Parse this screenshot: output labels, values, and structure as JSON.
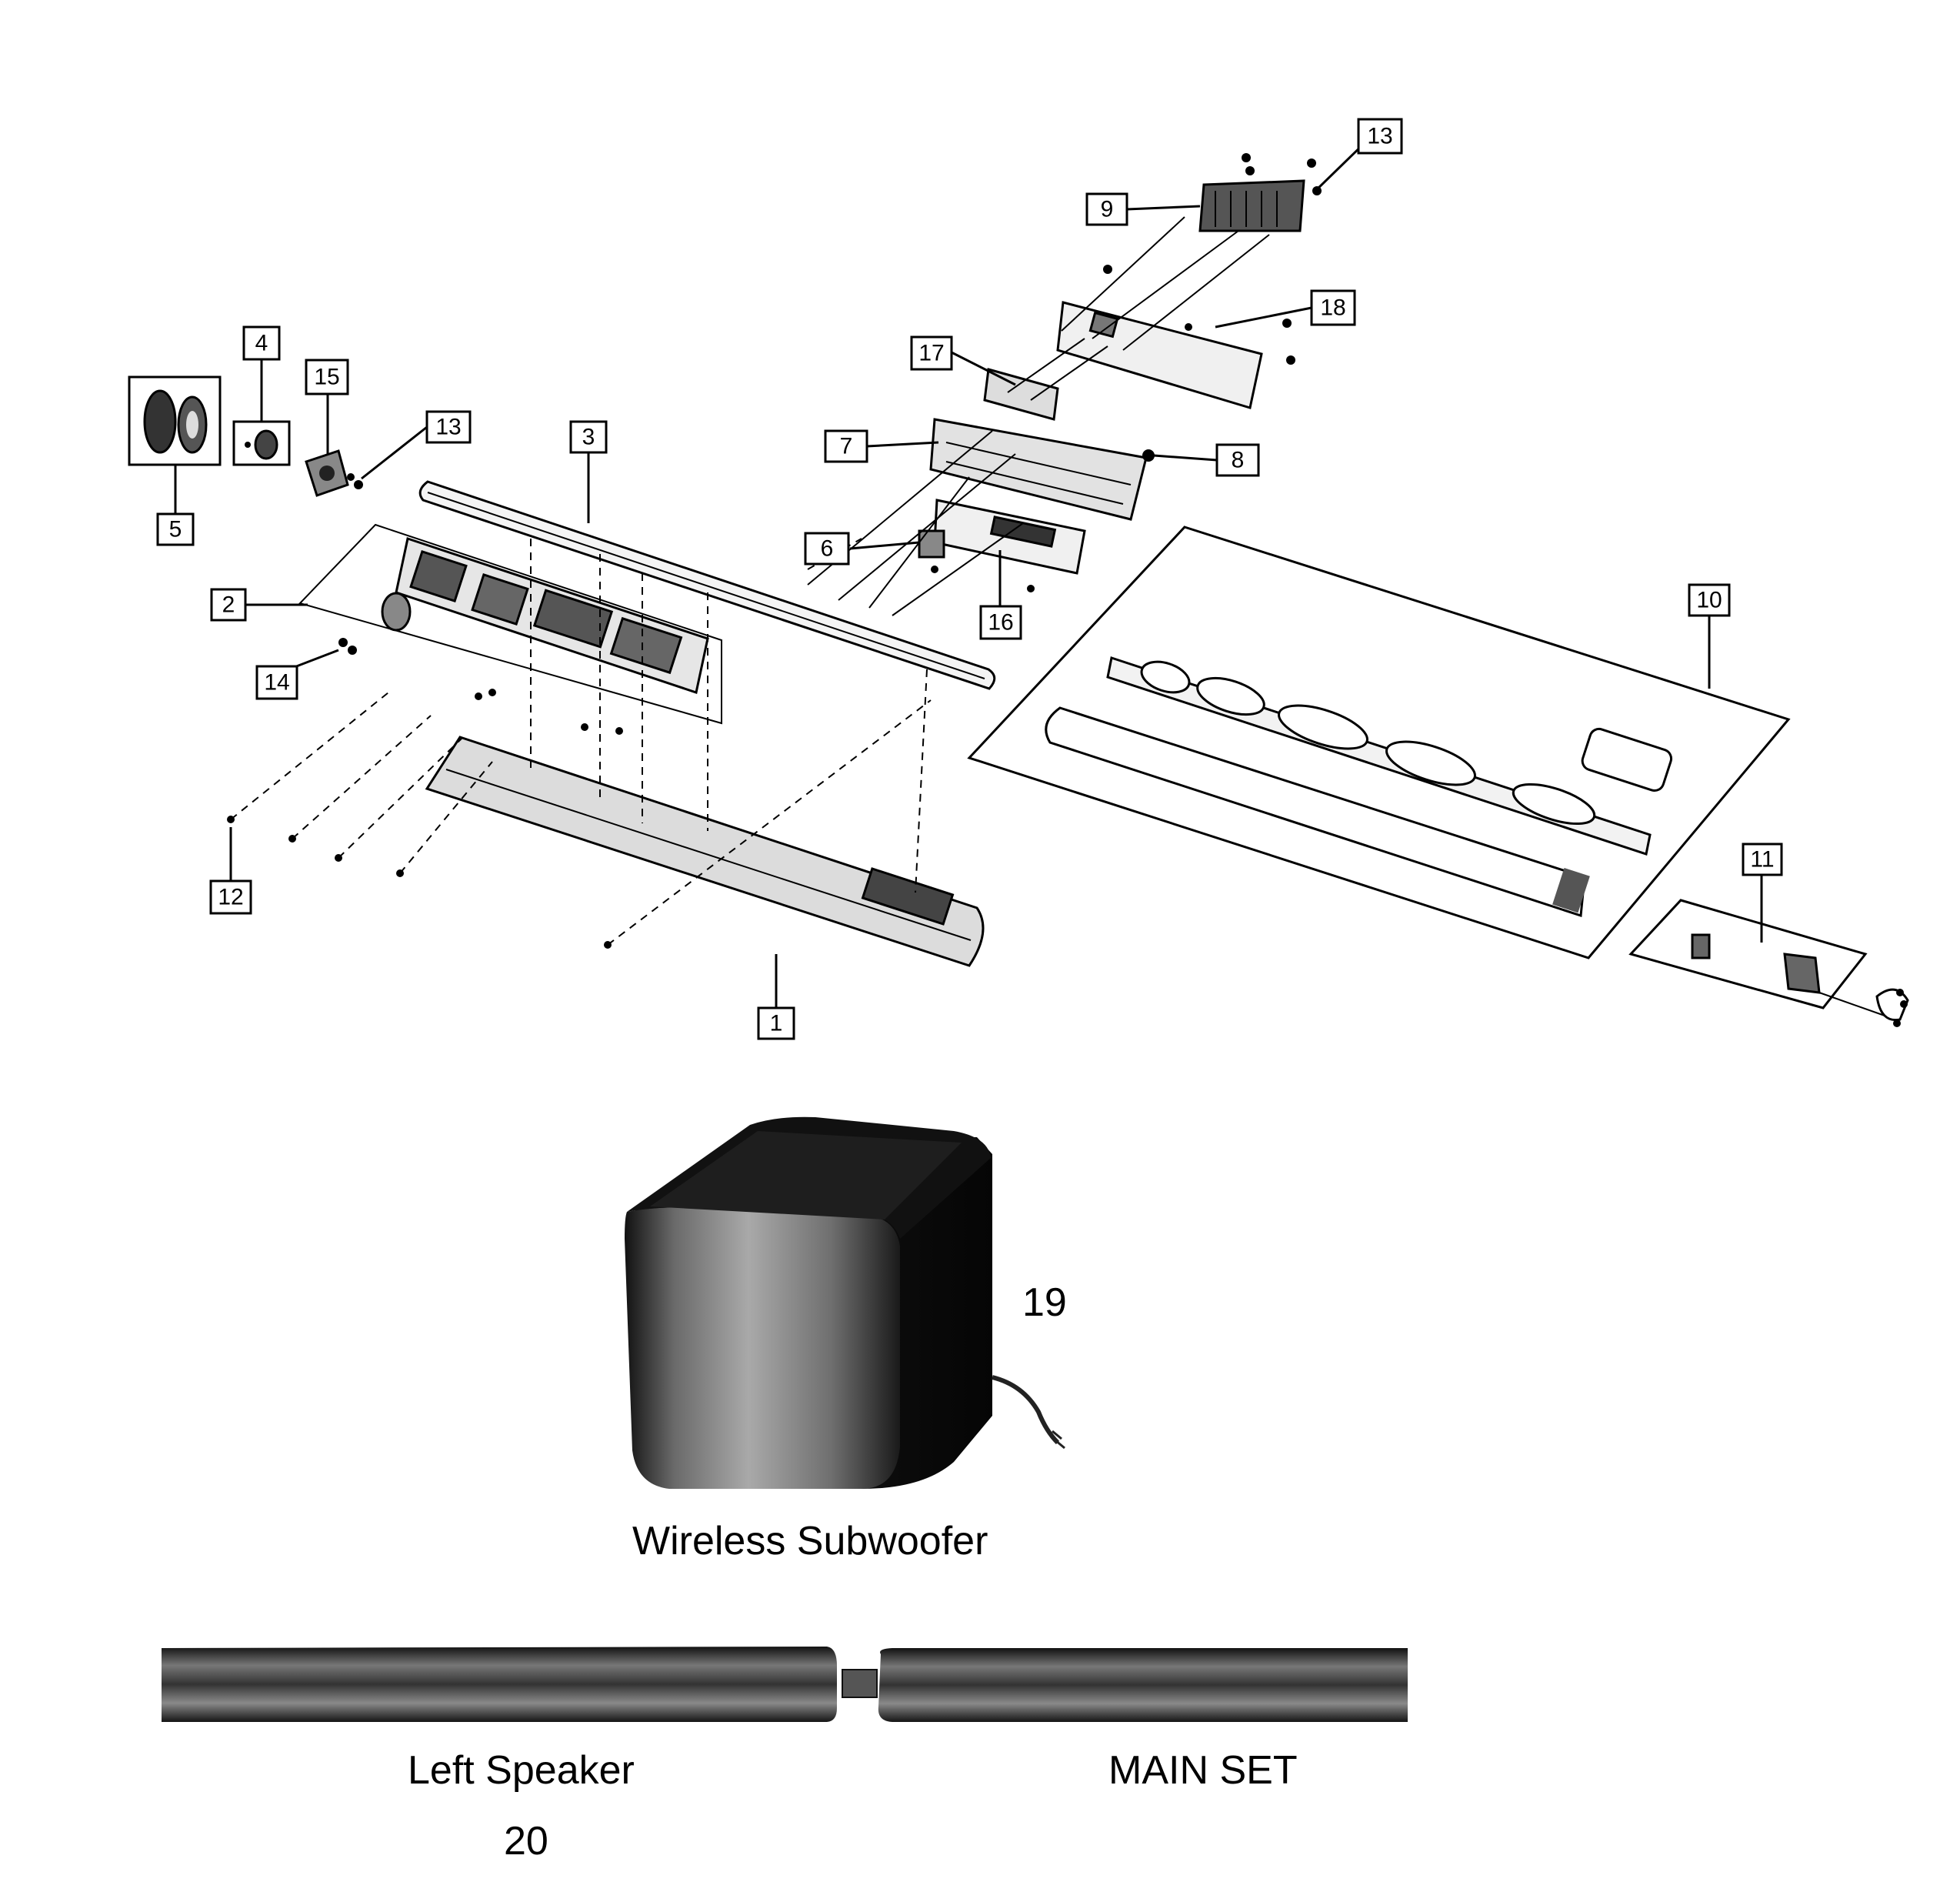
{
  "callouts": {
    "c1": "1",
    "c2": "2",
    "c3": "3",
    "c4": "4",
    "c5": "5",
    "c6": "6",
    "c7": "7",
    "c8": "8",
    "c9": "9",
    "c10": "10",
    "c11": "11",
    "c12": "12",
    "c13a": "13",
    "c13b": "13",
    "c14": "14",
    "c15": "15",
    "c16": "16",
    "c17": "17",
    "c18": "18"
  },
  "labels": {
    "subwoofer_number": "19",
    "subwoofer_caption": "Wireless Subwoofer",
    "left_speaker_caption": "Left Speaker",
    "main_set_caption": "MAIN SET",
    "speaker_number": "20"
  }
}
